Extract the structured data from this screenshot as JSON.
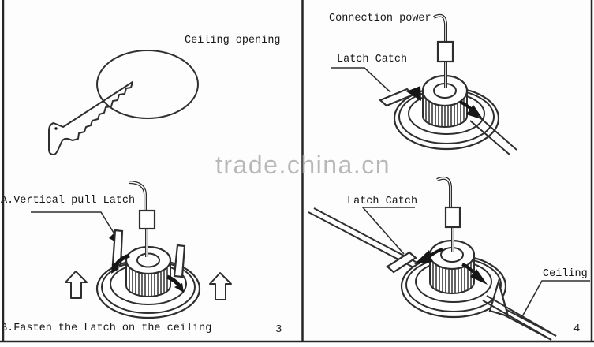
{
  "diagram": {
    "watermark": "trade.china.cn",
    "panel_cut_opening": {
      "label": "Ceiling opening"
    },
    "panel_pull_latch": {
      "step_a": "A.Vertical pull Latch",
      "step_b": "B.Fasten the Latch on the ceiling",
      "number": "3"
    },
    "panel_connect_power": {
      "power_label": "Connection power",
      "latch_label": "Latch Catch"
    },
    "panel_fasten_ceiling": {
      "latch_label": "Latch Catch",
      "ceiling_label": "Ceiling",
      "number": "4"
    }
  },
  "colors": {
    "line": "#2e2e2e",
    "text": "#161616",
    "watermark": "#a9a9a9",
    "background": "#fdfdfd"
  }
}
